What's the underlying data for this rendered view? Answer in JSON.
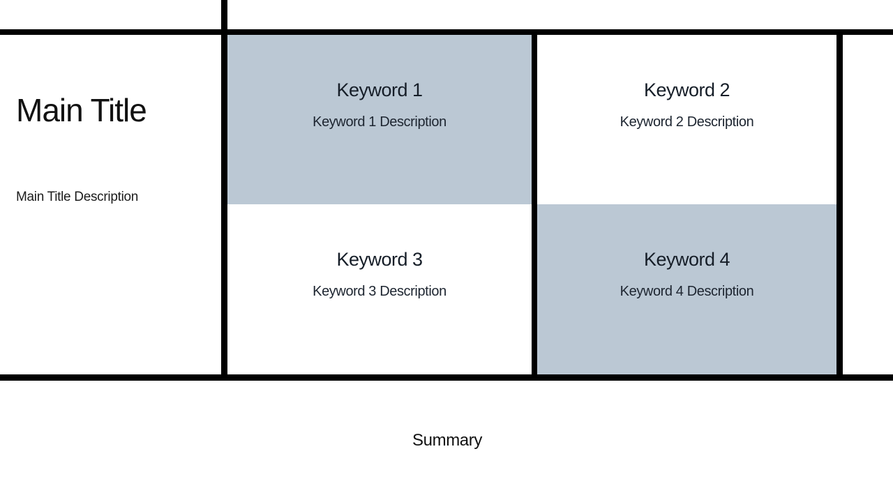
{
  "slide": {
    "main_title": "Main Title",
    "main_description": "Main Title Description",
    "summary": "Summary",
    "keywords": [
      {
        "title": "Keyword 1",
        "description": "Keyword 1 Description",
        "highlighted": true
      },
      {
        "title": "Keyword 2",
        "description": "Keyword 2 Description",
        "highlighted": false
      },
      {
        "title": "Keyword 3",
        "description": "Keyword 3 Description",
        "highlighted": false
      },
      {
        "title": "Keyword 4",
        "description": "Keyword 4 Description",
        "highlighted": true
      }
    ],
    "colors": {
      "highlight": "#bbc8d4",
      "line": "#000000",
      "text": "#111111"
    }
  }
}
